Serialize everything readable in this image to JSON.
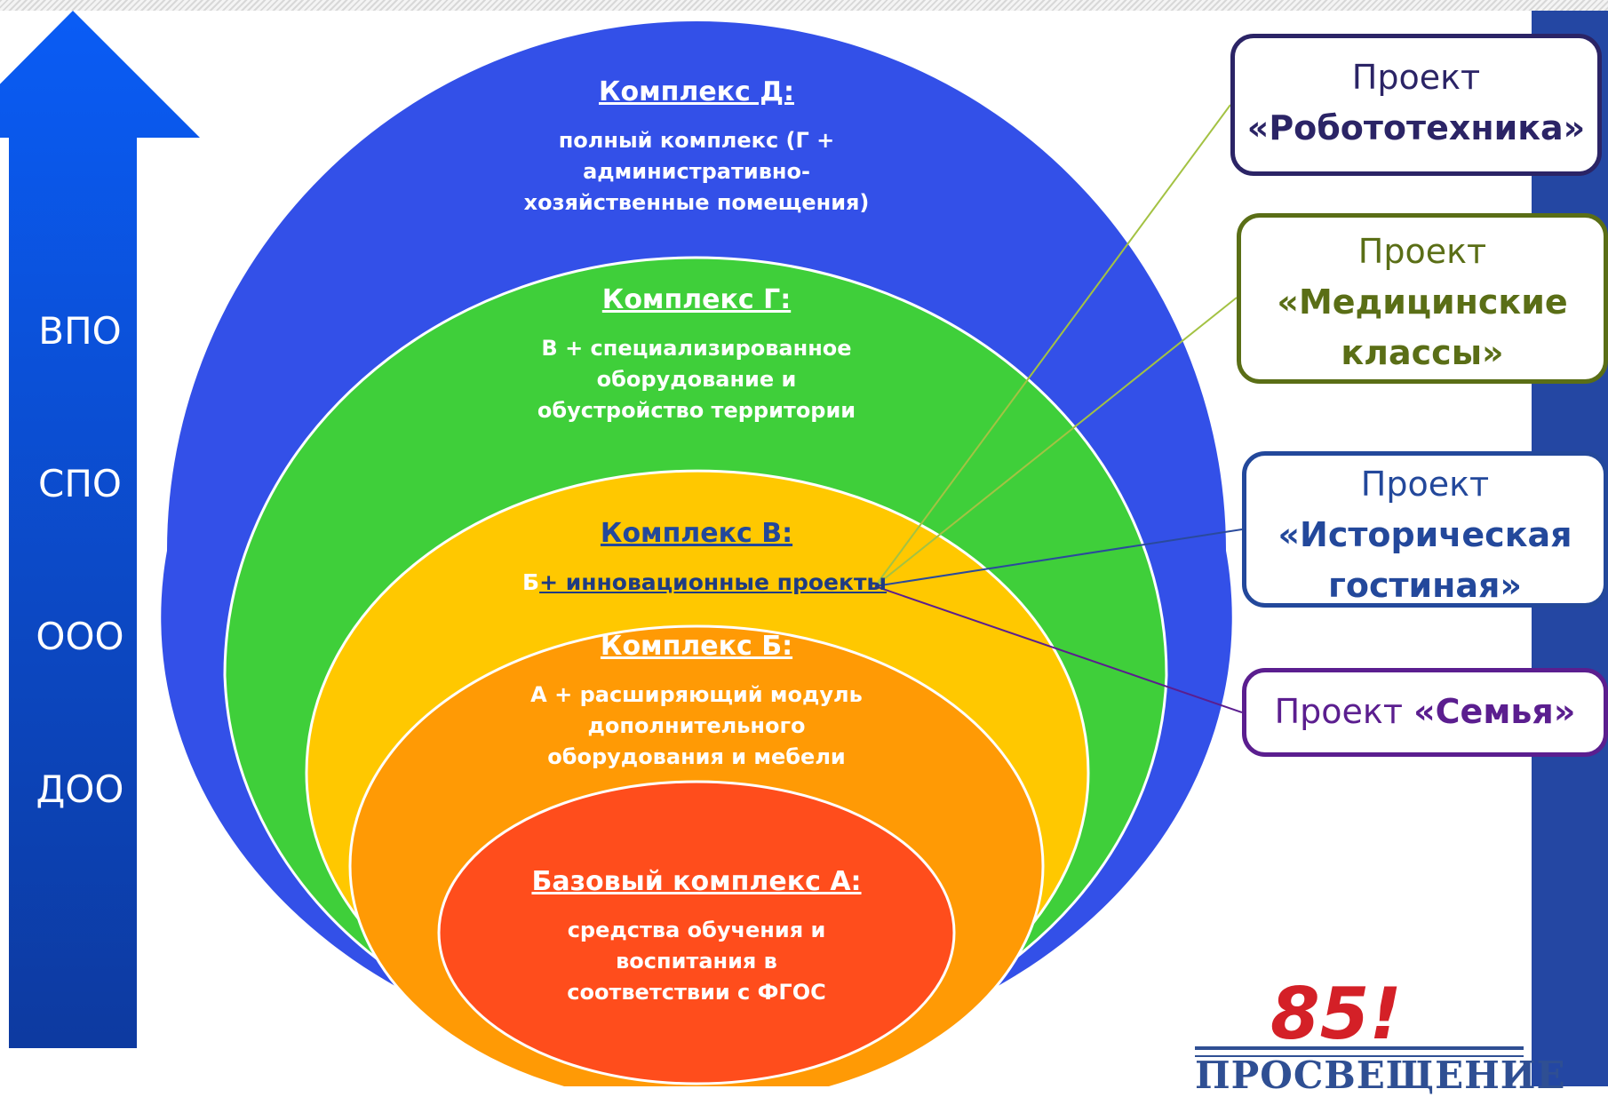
{
  "levels": [
    "ВПО",
    "СПО",
    "ООО",
    "ДОО"
  ],
  "complexes": {
    "d": {
      "title": "Комплекс Д:",
      "lines": [
        "полный комплекс (Г +",
        "административно-",
        "хозяйственные  помещения)"
      ]
    },
    "g": {
      "title": "Комплекс Г:",
      "lines": [
        "В + специализированное",
        "оборудование и",
        "обустройство территории"
      ]
    },
    "v": {
      "title": "Комплекс В:",
      "desc_prefix": "Б",
      "desc_link": "+ инновационные проекты"
    },
    "b": {
      "title": "Комплекс Б:",
      "lines": [
        "А + расширяющий модуль",
        "дополнительного",
        "оборудования и мебели"
      ]
    },
    "a": {
      "title": "Базовый комплекс А:",
      "lines": [
        "средства обучения и",
        "воспитания в",
        "соответствии с ФГОС"
      ]
    }
  },
  "projects": [
    {
      "prefix": "Проект",
      "name": "«Робототехника»",
      "color": "#2b2466"
    },
    {
      "prefix": "Проект",
      "name": "«Медицинские классы»",
      "color": "#5a6e16"
    },
    {
      "prefix": "Проект",
      "name": "«Историческая гостиная»",
      "color": "#23489b"
    },
    {
      "prefix": "Проект",
      "name": "«Семья»",
      "color": "#5b1e8f"
    }
  ],
  "colors": {
    "arrow_top": "#0a5cf5",
    "arrow_bottom": "#0d3aa0",
    "complex_d": "#3350e8",
    "complex_g": "#3fcf3a",
    "complex_v": "#ffc800",
    "complex_b": "#ff9a05",
    "complex_a": "#ff4d1c",
    "right_band": "#2447a3"
  },
  "logo": {
    "number": "85!",
    "text": "ПРОСВЕЩЕНИЕ"
  }
}
